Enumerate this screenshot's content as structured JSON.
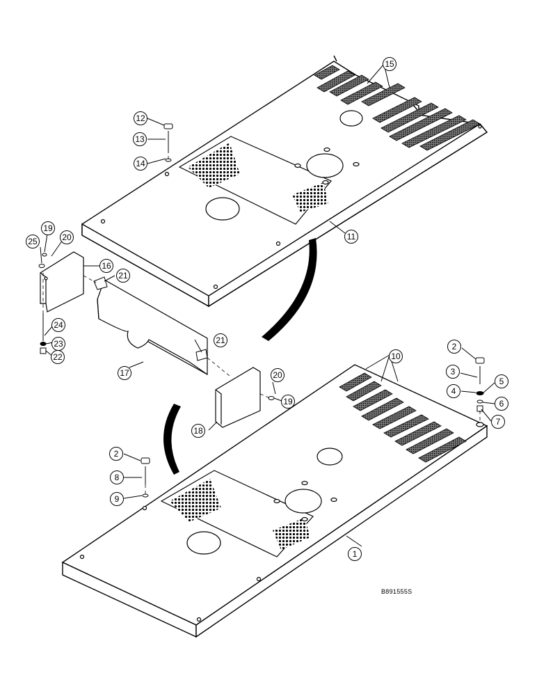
{
  "drawing_code": "B891555S",
  "callouts": [
    "1",
    "2",
    "3",
    "4",
    "5",
    "6",
    "7",
    "8",
    "9",
    "10",
    "11",
    "12",
    "13",
    "14",
    "15",
    "16",
    "17",
    "18",
    "19",
    "20",
    "21",
    "22",
    "23",
    "24",
    "25"
  ]
}
